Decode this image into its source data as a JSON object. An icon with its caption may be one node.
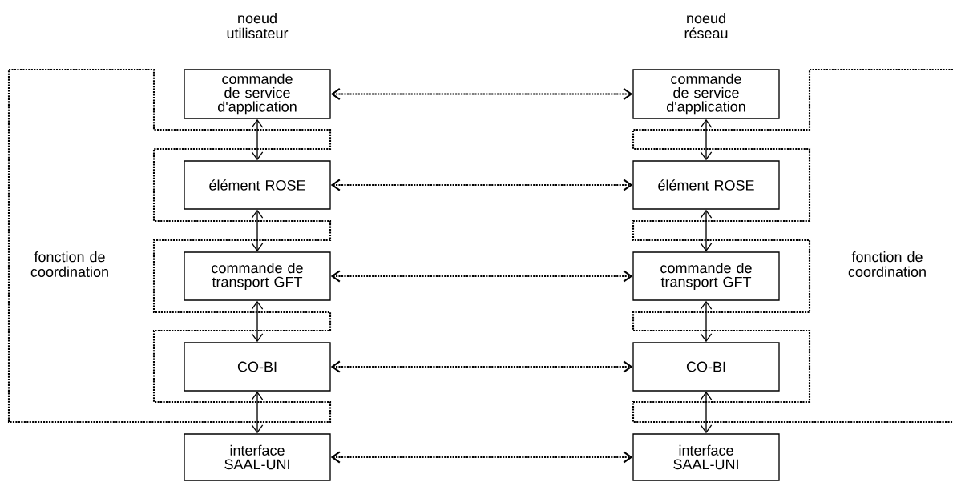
{
  "diagram": {
    "nodes": [
      {
        "text": [
          "commande de service d'application"
        ]
      },
      {
        "text": [
          "élément ROSE"
        ]
      },
      {
        "text": [
          "commande de transport GFT"
        ]
      },
      {
        "text": [
          "CO-BI"
        ]
      },
      {
        "text": [
          "interface SAAL-UNI"
        ]
      },
      {
        "text": [
          "commande de service d'application"
        ]
      },
      {
        "text": [
          "élément ROSE"
        ]
      },
      {
        "text": [
          "commande de transport GFT"
        ]
      },
      {
        "text": [
          "CO-BI"
        ]
      },
      {
        "text": [
          "interface SAAL-UNI"
        ]
      }
    ],
    "edges": [
      {
        "from": 0,
        "to": 1,
        "arrow": "both"
      },
      {
        "from": 1,
        "to": 2,
        "arrow": "both"
      },
      {
        "from": 2,
        "to": 3,
        "arrow": "both"
      },
      {
        "from": 3,
        "to": 4,
        "arrow": "both"
      },
      {
        "from": 0,
        "to": 5,
        "arrow": "both",
        "style": "dashed"
      },
      {
        "from": 1,
        "to": 6,
        "arrow": "both",
        "style": "dashed"
      },
      {
        "from": 2,
        "to": 7,
        "arrow": "both",
        "style": "dashed"
      },
      {
        "from": 3,
        "to": 8,
        "arrow": "both",
        "style": "dashed"
      },
      {
        "from": 4,
        "to": 9,
        "arrow": "both",
        "style": "dashed"
      },
      {
        "from": 5,
        "to": 6,
        "arrow": "both"
      },
      {
        "from": 6,
        "to": 7,
        "arrow": "both"
      },
      {
        "from": 7,
        "to": 8,
        "arrow": "both"
      },
      {
        "from": 8,
        "to": 9,
        "arrow": "both"
      }
    ],
    "labels": [
      "noeud utilisateur",
      "noeud réseau",
      "fonction de coordination",
      "fonction de coordination"
    ]
  }
}
